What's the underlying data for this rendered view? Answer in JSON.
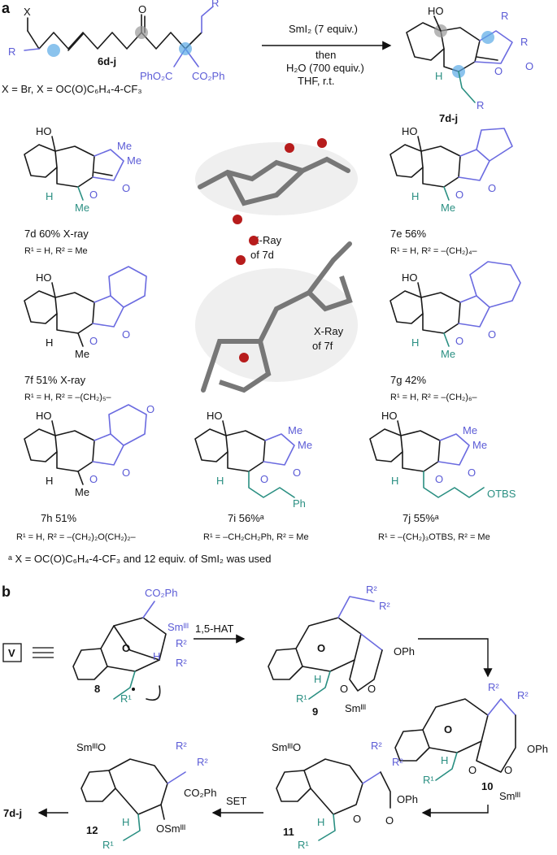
{
  "panel_labels": {
    "a": "a",
    "b": "b"
  },
  "scheme_a": {
    "substrate": {
      "id": "6d-j",
      "X": "X",
      "R1": "R",
      "R2": "R",
      "esters": [
        "PhO₂C",
        "CO₂Ph"
      ],
      "O": "O"
    },
    "x_note": "X = Br, X = OC(O)C₆H₄-4-CF₃",
    "conditions": {
      "above": "SmI₂ (7 equiv.)",
      "then": "then",
      "below1": "H₂O (700 equiv.)",
      "below2": "THF, r.t."
    },
    "product": {
      "id": "7d-j",
      "HO": "HO",
      "H": "H",
      "R1": "R",
      "R2a": "R",
      "R2b": "R",
      "O1": "O",
      "O2": "O"
    }
  },
  "products": [
    {
      "id": "7d",
      "label": "7d 60% X-ray",
      "subs": "R¹ = H, R² = Me",
      "me1": "Me",
      "me2": "Me",
      "me3": "Me"
    },
    {
      "id": "7e",
      "label": "7e 56%",
      "subs": "R¹ = H, R² = –(CH₂)₄–",
      "me": "Me"
    },
    {
      "id": "7f",
      "label": "7f 51% X-ray",
      "subs": "R¹ = H, R² = –(CH₂)₅–",
      "me": "Me"
    },
    {
      "id": "7g",
      "label": "7g 42%",
      "subs": "R¹ = H, R² = –(CH₂)₆–",
      "me": "Me"
    },
    {
      "id": "7h",
      "label": "7h 51%",
      "subs": "R¹ = H, R² = –(CH₂)₂O(CH₂)₂–",
      "me": "Me"
    },
    {
      "id": "7i",
      "label": "7i 56%ᵃ",
      "subs": "R¹ = –CH₂CH₂Ph, R² = Me",
      "tail": "Ph",
      "me1": "Me",
      "me2": "Me"
    },
    {
      "id": "7j",
      "label": "7j 55%ᵃ",
      "subs": "R¹ = –(CH₂)₃OTBS, R² = Me",
      "tail": "OTBS",
      "me1": "Me",
      "me2": "Me"
    }
  ],
  "xray": [
    {
      "line1": "X-Ray",
      "line2": "of 7d"
    },
    {
      "line1": "X-Ray",
      "line2": "of 7f"
    }
  ],
  "footnote": "ᵃ X = OC(O)C₆H₄-4-CF₃ and 12 equiv. of SmI₂ was used",
  "scheme_b": {
    "V": "V",
    "step1": "1,5-HAT",
    "step2": "SET",
    "final": "7d-j",
    "intermediates": [
      {
        "id": "8",
        "labels": [
          "CO₂Ph",
          "O",
          "Smᴵᴵᴵ",
          "R²",
          "R²",
          "H",
          "R¹"
        ]
      },
      {
        "id": "9",
        "labels": [
          "R²",
          "R²",
          "OPh",
          "O",
          "O",
          "Smᴵᴵᴵ",
          "H",
          "R¹"
        ]
      },
      {
        "id": "10",
        "labels": [
          "R²",
          "R²",
          "OPh",
          "O",
          "O",
          "Smᴵᴵᴵ",
          "H",
          "R¹"
        ]
      },
      {
        "id": "11",
        "labels": [
          "SmᴵᴵᴵO",
          "R²",
          "R²",
          "OPh",
          "O",
          "O",
          "H",
          "R¹"
        ]
      },
      {
        "id": "12",
        "labels": [
          "SmᴵᴵᴵO",
          "R²",
          "R²",
          "CO₂Ph",
          "OSmᴵᴵᴵ",
          "H",
          "R¹"
        ]
      }
    ]
  }
}
